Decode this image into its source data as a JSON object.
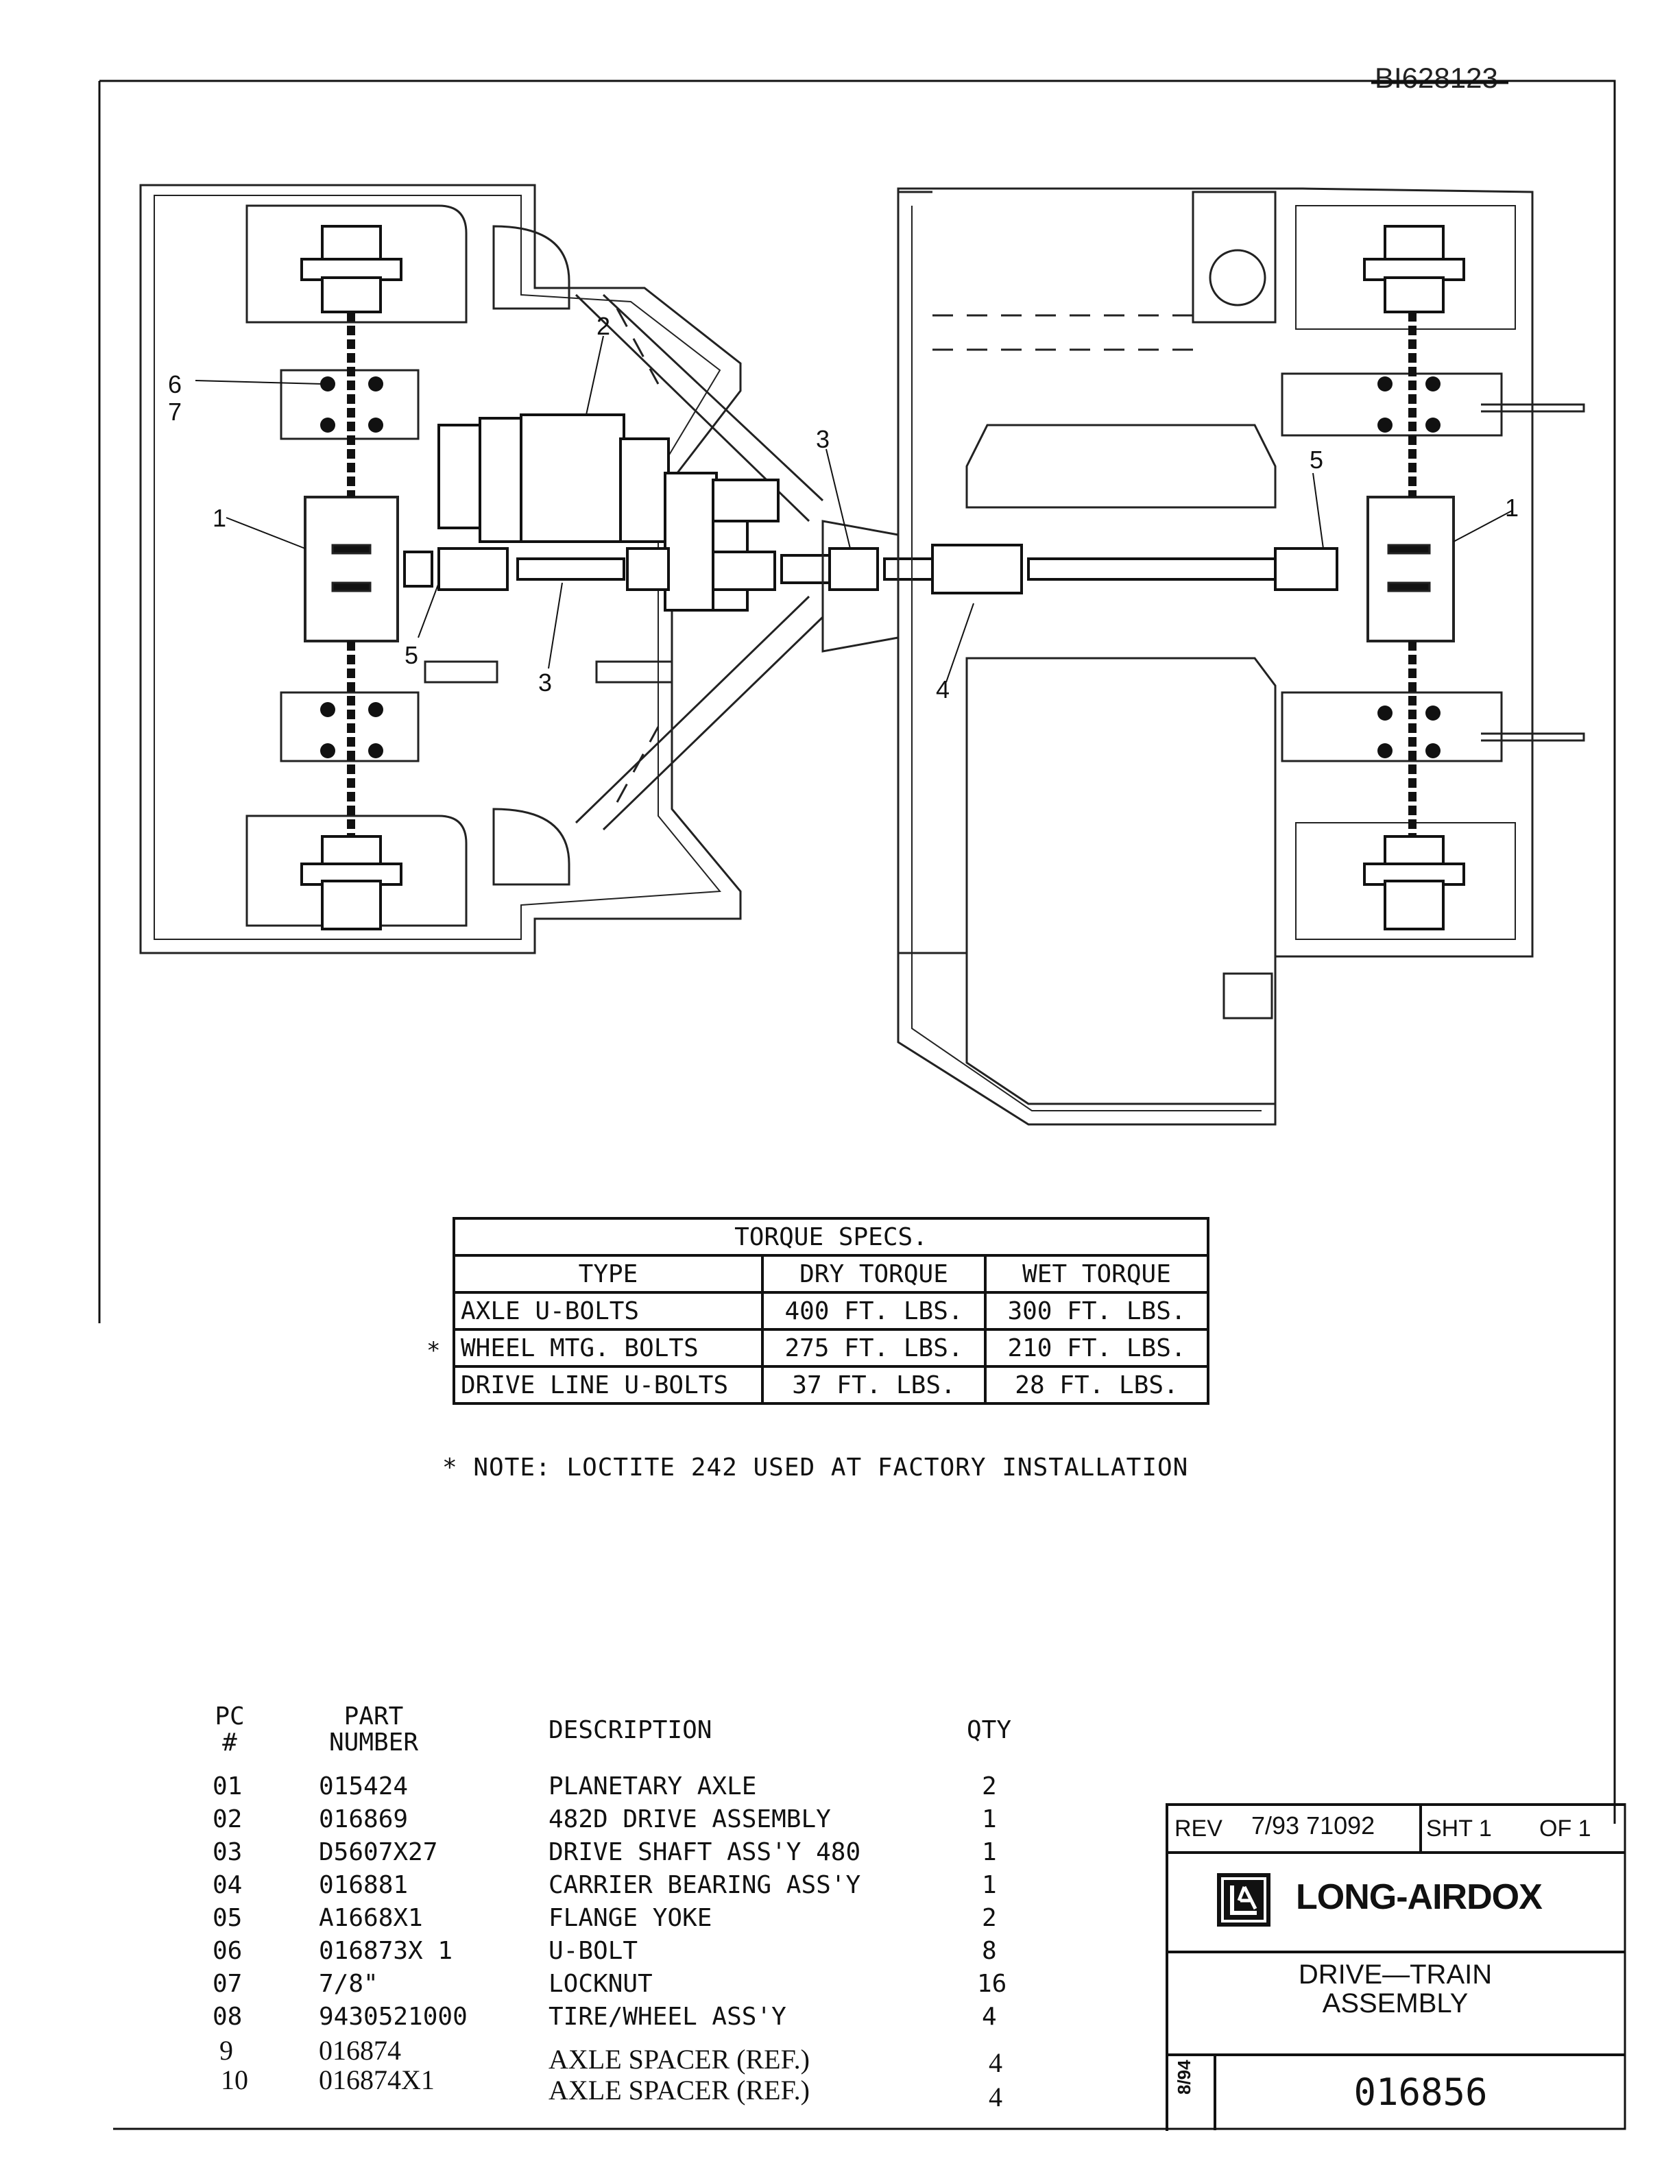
{
  "document_id": "BI628123",
  "callouts": {
    "c1": "1",
    "c2": "2",
    "c3": "3",
    "c4": "4",
    "c5": "5",
    "c6": "6",
    "c7": "7"
  },
  "torque_table": {
    "title": "TORQUE SPECS.",
    "headers": [
      "TYPE",
      "DRY TORQUE",
      "WET TORQUE"
    ],
    "rows": [
      {
        "type": "AXLE U-BOLTS",
        "dry": "400 FT. LBS.",
        "wet": "300 FT. LBS."
      },
      {
        "type": "WHEEL MTG. BOLTS",
        "dry": "275 FT. LBS.",
        "wet": "210 FT. LBS."
      },
      {
        "type": "DRIVE LINE U-BOLTS",
        "dry": "37 FT. LBS.",
        "wet": "28 FT. LBS."
      }
    ],
    "star_marker": "*"
  },
  "note": "* NOTE: LOCTITE 242 USED AT FACTORY INSTALLATION",
  "parts_list": {
    "headers": {
      "pc": "PC #",
      "part_number": "PART NUMBER",
      "description": "DESCRIPTION",
      "qty": "QTY"
    },
    "rows": [
      {
        "pc": "01",
        "part_number": "015424",
        "description": "PLANETARY AXLE",
        "qty": "2"
      },
      {
        "pc": "02",
        "part_number": "016869",
        "description": "482D DRIVE ASSEMBLY",
        "qty": "1"
      },
      {
        "pc": "03",
        "part_number": "D5607X27",
        "description": "DRIVE SHAFT ASS'Y 480",
        "qty": "1"
      },
      {
        "pc": "04",
        "part_number": "016881",
        "description": "CARRIER BEARING ASS'Y",
        "qty": "1"
      },
      {
        "pc": "05",
        "part_number": "A1668X1",
        "description": "FLANGE YOKE",
        "qty": "2"
      },
      {
        "pc": "06",
        "part_number": "016873X 1",
        "description": "U-BOLT",
        "qty": "8"
      },
      {
        "pc": "07",
        "part_number": "7/8\"",
        "description": "LOCKNUT",
        "qty": "16"
      },
      {
        "pc": "08",
        "part_number": "9430521000",
        "description": "TIRE/WHEEL ASS'Y",
        "qty": "4"
      },
      {
        "pc": "9",
        "part_number": "016874",
        "description": "AXLE SPACER (REF.)",
        "qty": "4"
      },
      {
        "pc": "10",
        "part_number": "016874X1",
        "description": "AXLE SPACER (REF.)",
        "qty": "4"
      }
    ]
  },
  "title_block": {
    "rev_label": "REV",
    "rev_value": "7/93 71092",
    "sheet": "SHT 1",
    "of": "OF 1",
    "company": "LONG-AIRDOX",
    "title_line1": "DRIVE—TRAIN",
    "title_line2": "ASSEMBLY",
    "date": "8/94",
    "drawing_number": "016856"
  }
}
